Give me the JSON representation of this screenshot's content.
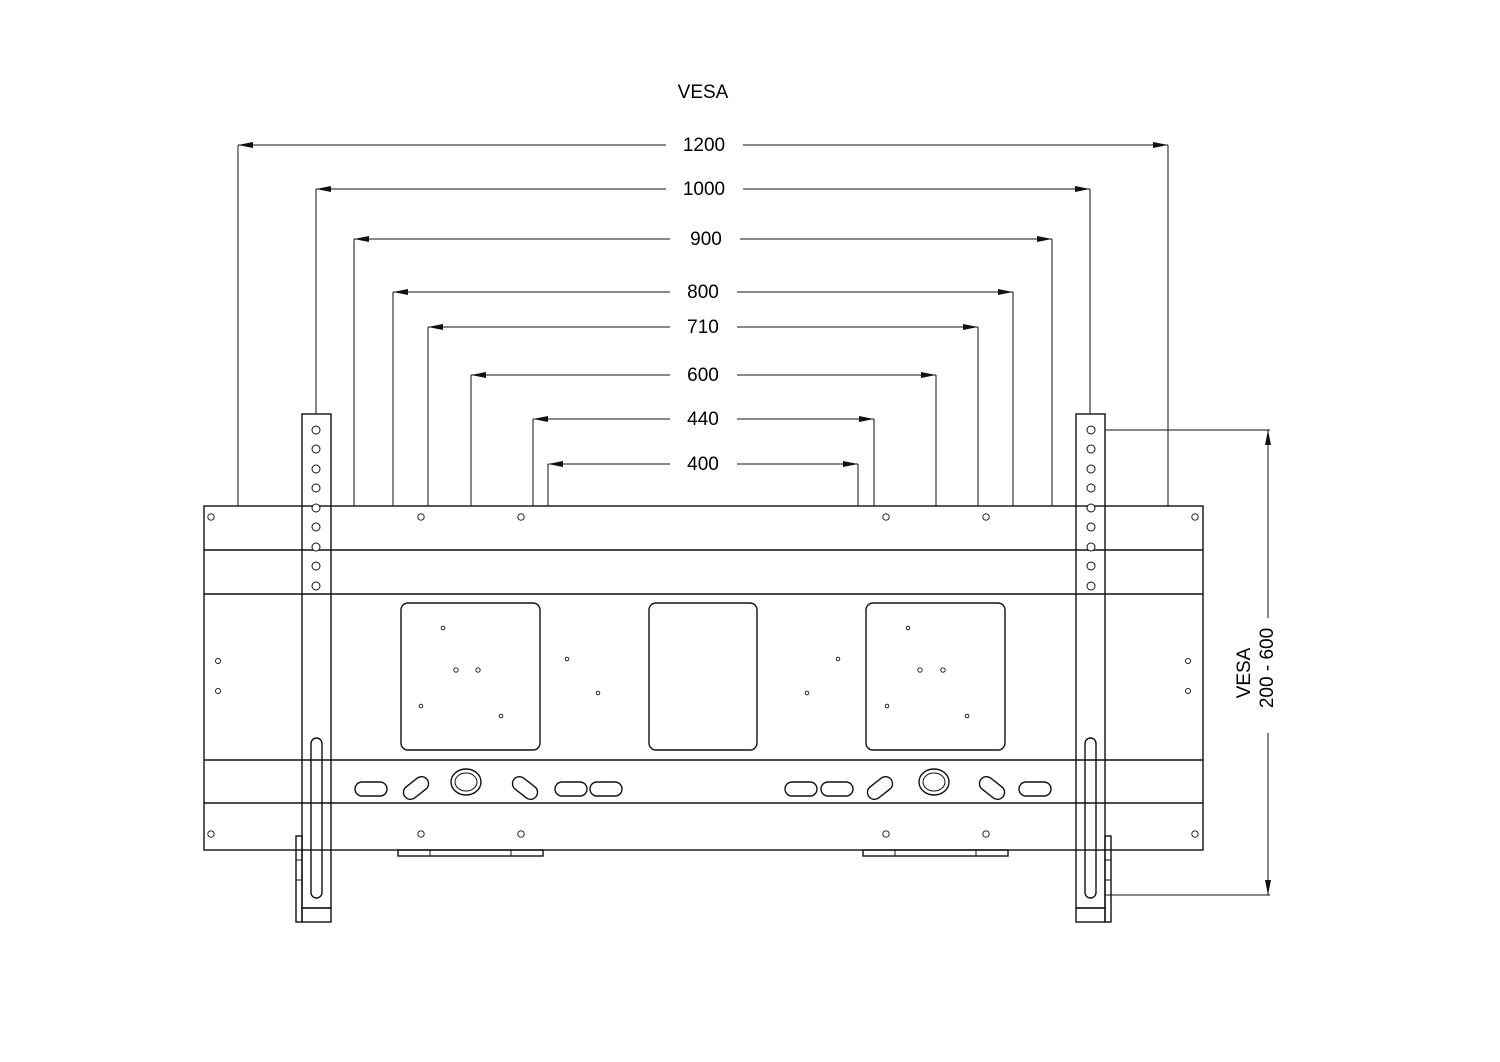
{
  "top_label": "VESA",
  "horizontal_dimensions": [
    "1200",
    "1000",
    "900",
    "800",
    "710",
    "600",
    "440",
    "400"
  ],
  "vertical_dimension": {
    "label_line1": "VESA",
    "label_line2": "200 - 600"
  }
}
